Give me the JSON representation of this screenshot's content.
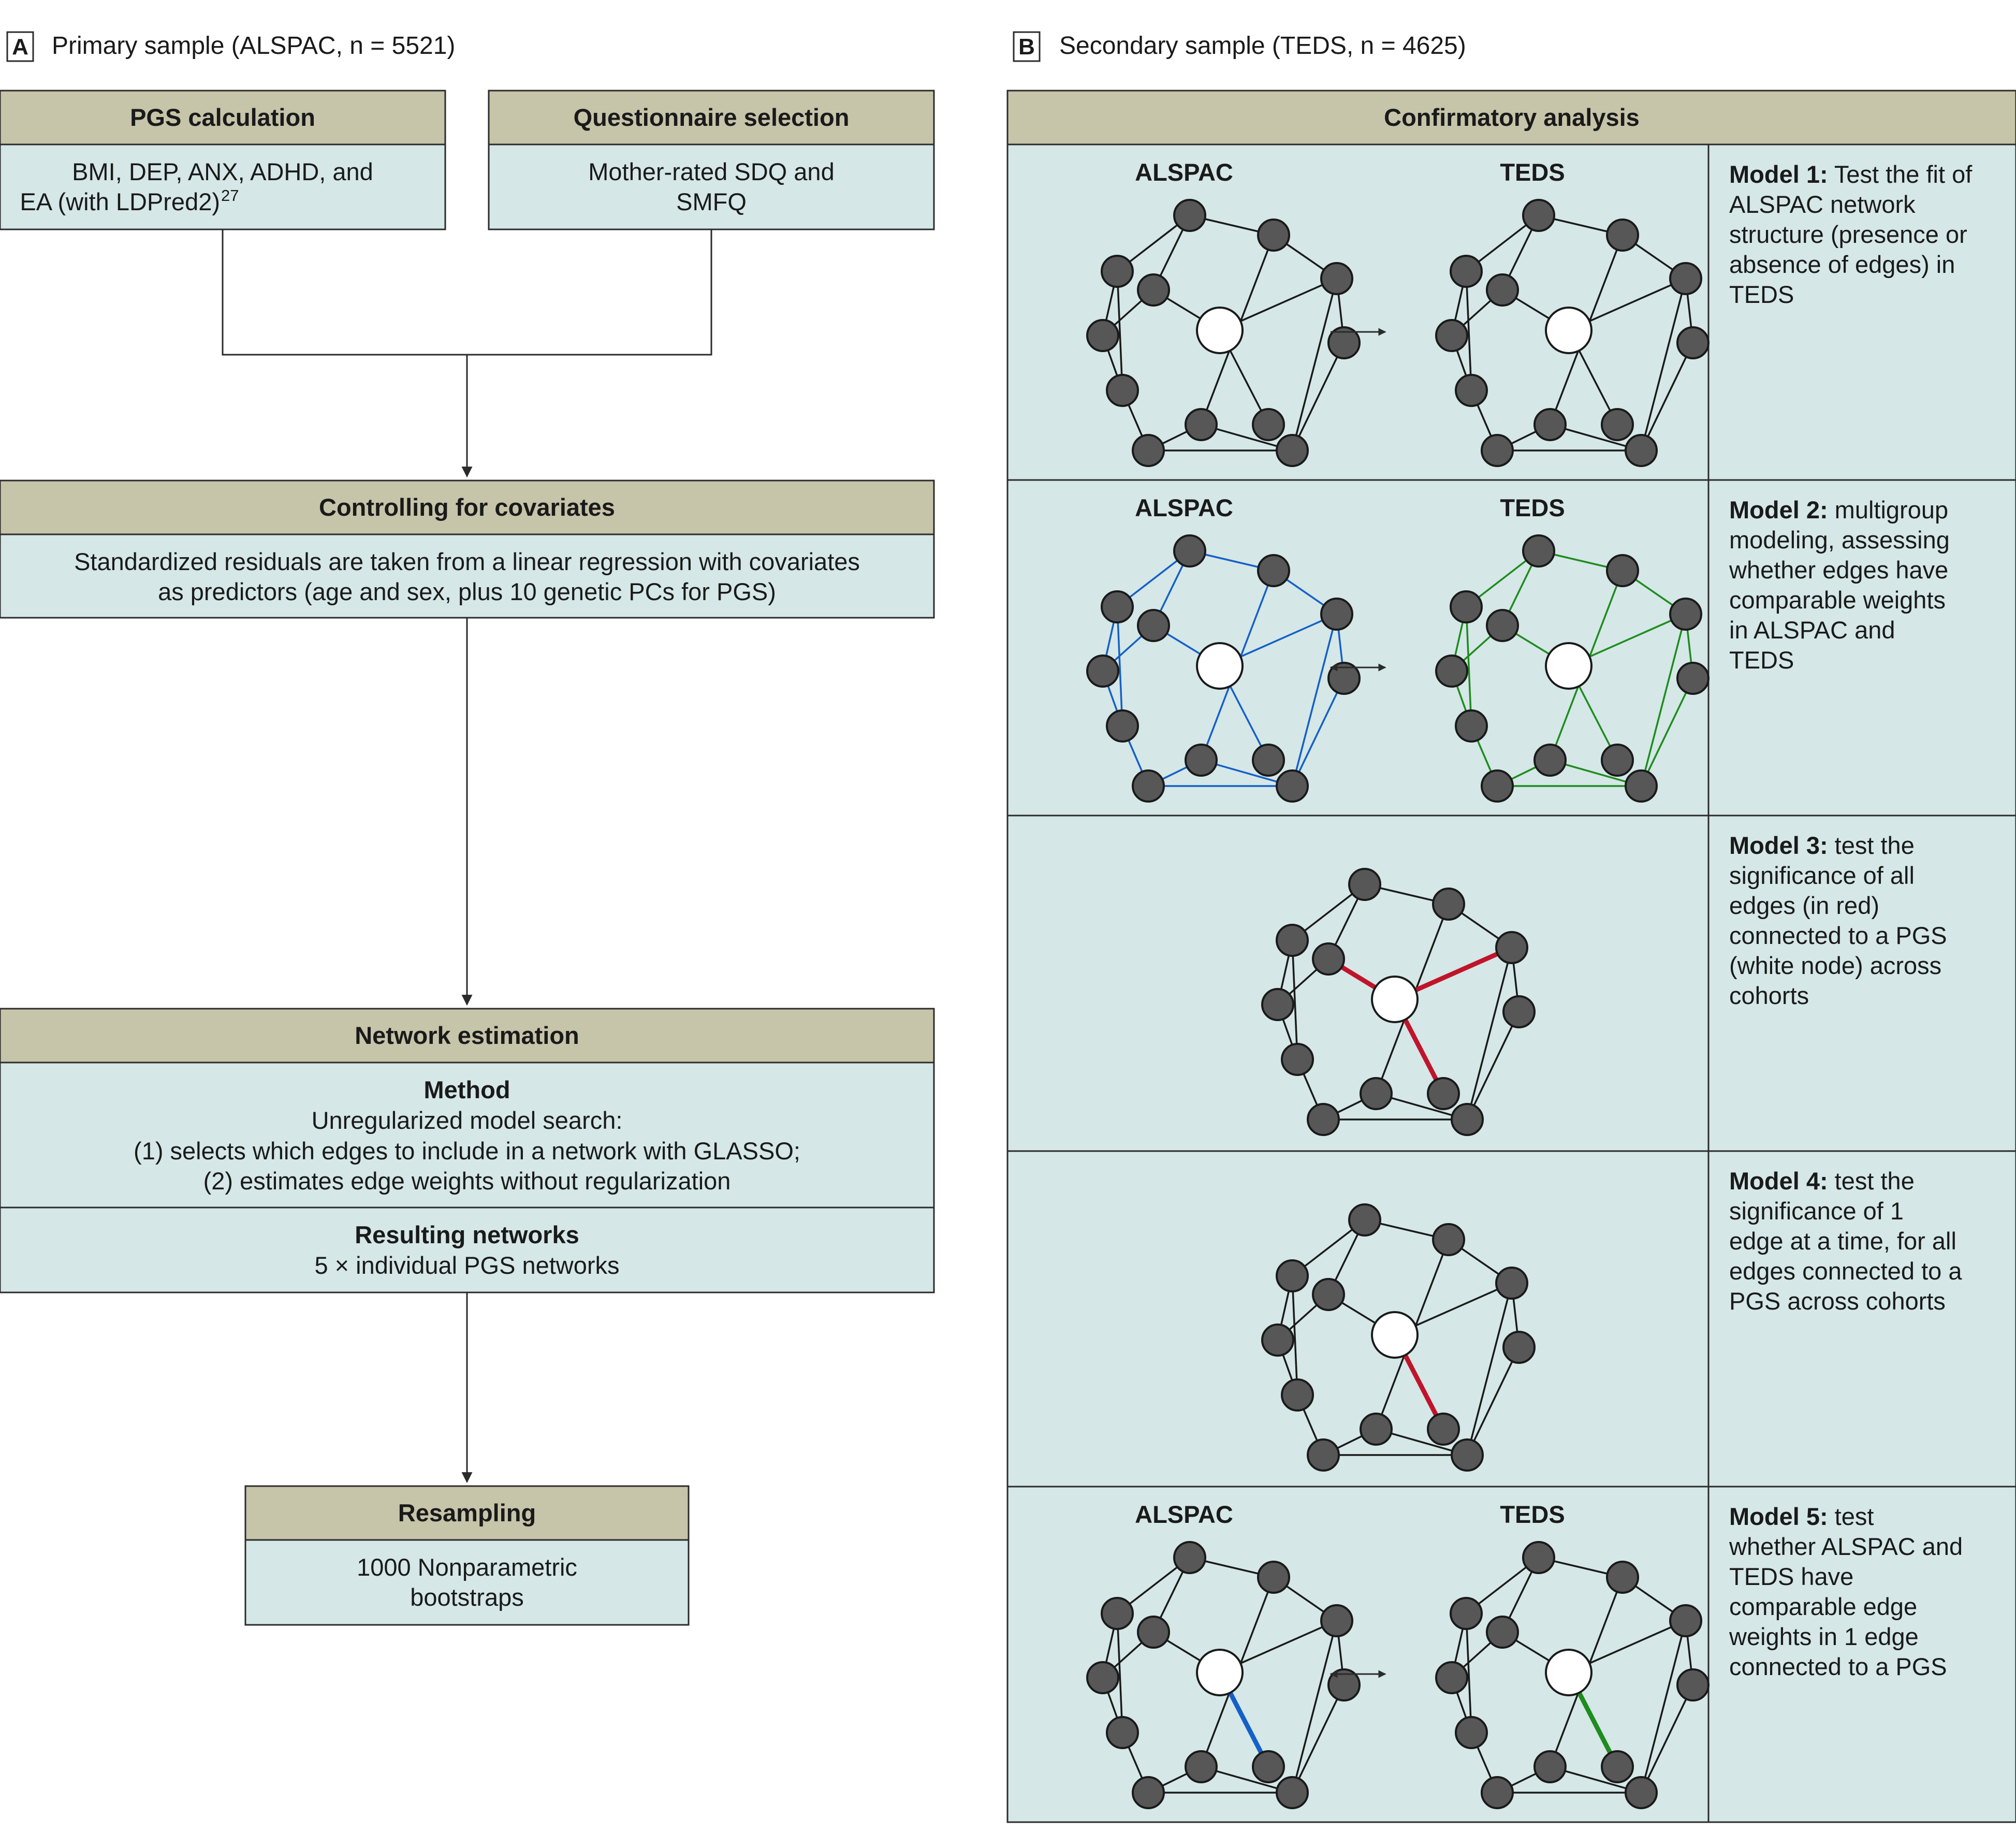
{
  "panel_a": {
    "letter": "A",
    "title": "Primary sample (ALSPAC, n = 5521)",
    "pgs_calc": {
      "header": "PGS calculation",
      "line1": "BMI, DEP, ANX, ADHD, and",
      "line2": "EA (with LDPred2)",
      "sup": "27"
    },
    "questionnaire": {
      "header": "Questionnaire selection",
      "line1": "Mother-rated SDQ and",
      "line2": "SMFQ"
    },
    "covariates": {
      "header": "Controlling for covariates",
      "line1": "Standardized residuals are taken from a linear regression with covariates",
      "line2": "as predictors (age and sex, plus 10 genetic PCs for PGS)"
    },
    "network": {
      "header": "Network estimation",
      "method_title": "Method",
      "method_line1": "Unregularized model search:",
      "method_line2": "(1) selects which edges to include in a network with GLASSO;",
      "method_line3": "(2) estimates edge weights without regularization",
      "result_title": "Resulting networks",
      "result_line": "5 × individual PGS networks"
    },
    "resampling": {
      "header": "Resampling",
      "line1": "1000 Nonparametric",
      "line2": "bootstraps"
    }
  },
  "panel_b": {
    "letter": "B",
    "title": "Secondary sample (TEDS, n = 4625)",
    "header": "Confirmatory analysis",
    "label_alspac": "ALSPAC",
    "label_teds": "TEDS",
    "models": [
      {
        "name": "Model 1:",
        "lines": [
          " Test the fit of",
          "ALSPAC network",
          "structure (presence or",
          "absence of edges) in",
          "TEDS"
        ],
        "edge_colors": [
          "#1a1a1a",
          "#1a1a1a"
        ],
        "arrow": "single"
      },
      {
        "name": "Model 2:",
        "lines": [
          " multigroup",
          "modeling, assessing",
          "whether edges have",
          "comparable weights",
          "in ALSPAC and",
          "TEDS"
        ],
        "edge_colors": [
          "#1560c8",
          "#1e8c1e"
        ],
        "arrow": "double"
      },
      {
        "name": "Model 3:",
        "lines": [
          " test the",
          "significance of all",
          "edges (in red)",
          "connected to a PGS",
          "(white node) across",
          "cohorts"
        ],
        "highlight_color": "#c0142b"
      },
      {
        "name": "Model 4:",
        "lines": [
          " test the",
          "significance of 1",
          "edge at a time, for all",
          "edges connected to a",
          "PGS across cohorts"
        ],
        "highlight_color": "#c0142b"
      },
      {
        "name": "Model 5:",
        "lines": [
          " test",
          "whether ALSPAC and",
          "TEDS have",
          "comparable edge",
          "weights in 1 edge",
          "connected to a PGS"
        ],
        "highlight_colors": [
          "#1560c8",
          "#1e8c1e"
        ],
        "arrow": "double"
      }
    ]
  },
  "colors": {
    "header_fill": "#c6c4a9",
    "body_fill": "#d5e7e7",
    "stroke": "#2b2b2b",
    "node_fill": "#575757",
    "pgs_node_fill": "#ffffff"
  }
}
